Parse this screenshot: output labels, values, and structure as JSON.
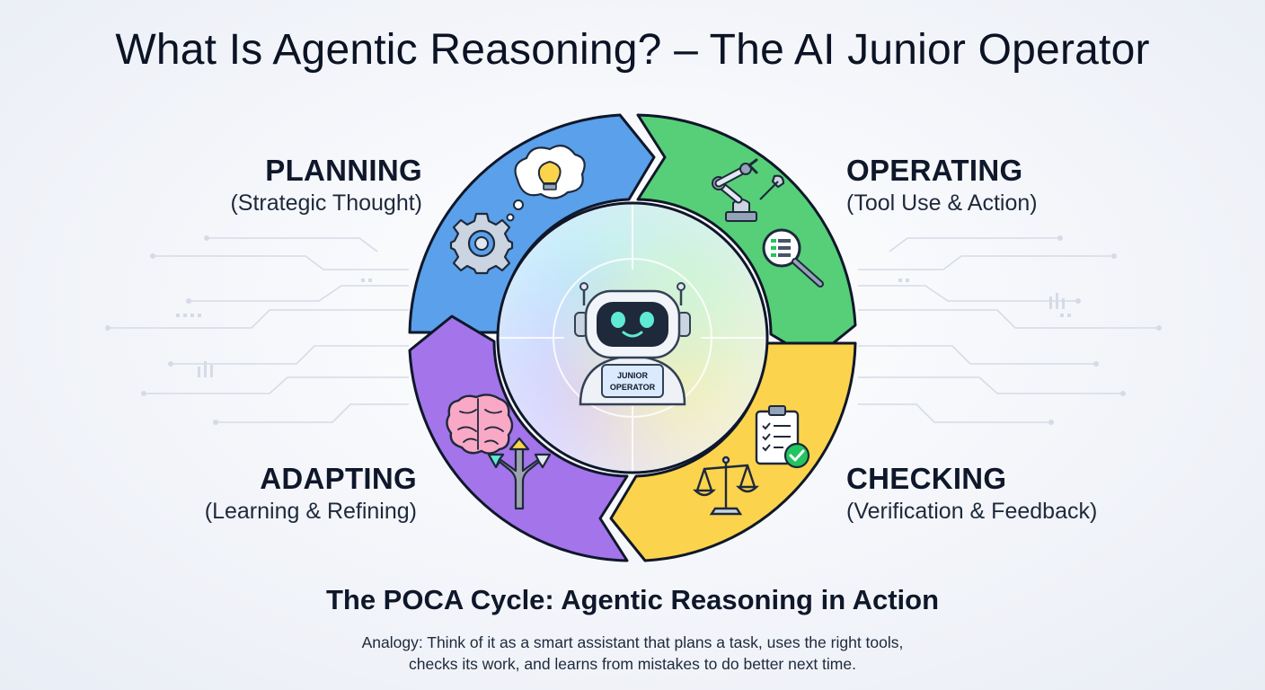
{
  "title": "What Is Agentic Reasoning? – The AI Junior Operator",
  "phases": {
    "planning": {
      "name": "PLANNING",
      "subtitle": "(Strategic Thought)",
      "color": "#5aa0ea"
    },
    "operating": {
      "name": "OPERATING",
      "subtitle": "(Tool Use & Action)",
      "color": "#56cf78"
    },
    "checking": {
      "name": "CHECKING",
      "subtitle": "(Verification & Feedback)",
      "color": "#fbd34d"
    },
    "adapting": {
      "name": "ADAPTING",
      "subtitle": "(Learning & Refining)",
      "color": "#a374ea"
    }
  },
  "robot": {
    "badge_line1": "JUNIOR",
    "badge_line2": "OPERATOR"
  },
  "icons": {
    "planning": [
      "lightbulb-thought-icon",
      "gear-icon"
    ],
    "operating": [
      "robotic-arm-icon",
      "magnifier-checklist-icon"
    ],
    "checking": [
      "clipboard-checklist-icon",
      "scales-icon"
    ],
    "adapting": [
      "brain-icon",
      "branching-arrows-icon"
    ]
  },
  "cycle_title": "The POCA Cycle: Agentic Reasoning in Action",
  "analogy": {
    "line1": "Analogy: Think of it as a smart assistant that plans a task, uses the right tools,",
    "line2": "checks its work, and learns from mistakes to do better next time."
  }
}
